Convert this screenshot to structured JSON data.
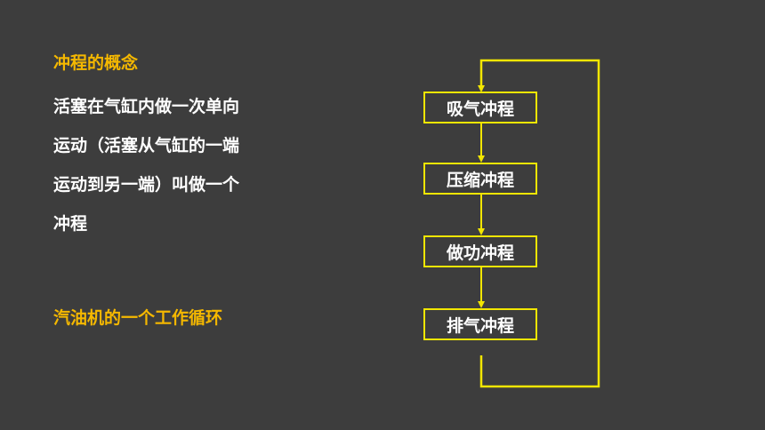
{
  "concept": {
    "title": "冲程的概念",
    "lines": [
      "活塞在气缸内做一次单向",
      "运动（活塞从气缸的一端",
      "运动到另一端）叫做一个",
      "冲程"
    ]
  },
  "cycle_heading": "汽油机的一个工作循环",
  "strokes": [
    "吸气冲程",
    "压缩冲程",
    "做功冲程",
    "排气冲程"
  ],
  "colors": {
    "accent": "#f5b800",
    "flow_line": "#f2e600",
    "text": "#ffffff",
    "background": "#3d3d3d"
  }
}
